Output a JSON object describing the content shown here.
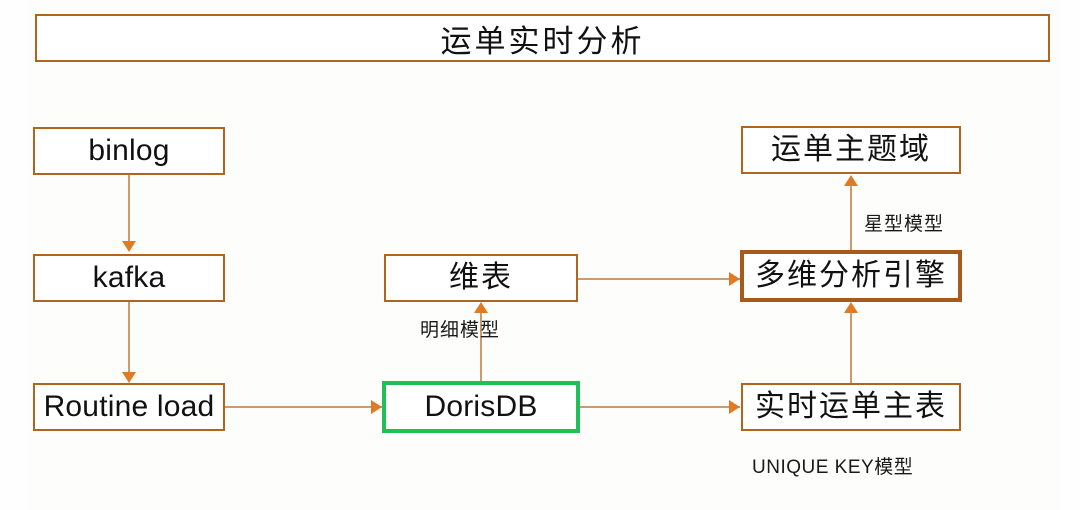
{
  "title": {
    "text": "运单实时分析"
  },
  "nodes": {
    "binlog": {
      "label": "binlog"
    },
    "kafka": {
      "label": "kafka"
    },
    "routine_load": {
      "label": "Routine load"
    },
    "dim_table": {
      "label": "维表"
    },
    "dorisdb": {
      "label": "DorisDB"
    },
    "olap_engine": {
      "label": "多维分析引擎"
    },
    "subject_domain": {
      "label": "运单主题域"
    },
    "realtime_main_table": {
      "label": "实时运单主表"
    }
  },
  "edge_labels": {
    "detail_model": "明细模型",
    "star_model": "星型模型",
    "unique_key_model": "UNIQUE KEY模型"
  },
  "colors": {
    "box_border": "#b0651f",
    "box_border_thick": "#a85a1c",
    "highlight_green": "#21bf58",
    "connector_line": "#cf9a6b",
    "arrow_head": "#e07b25",
    "background": "#fefefe",
    "text": "#111111"
  }
}
